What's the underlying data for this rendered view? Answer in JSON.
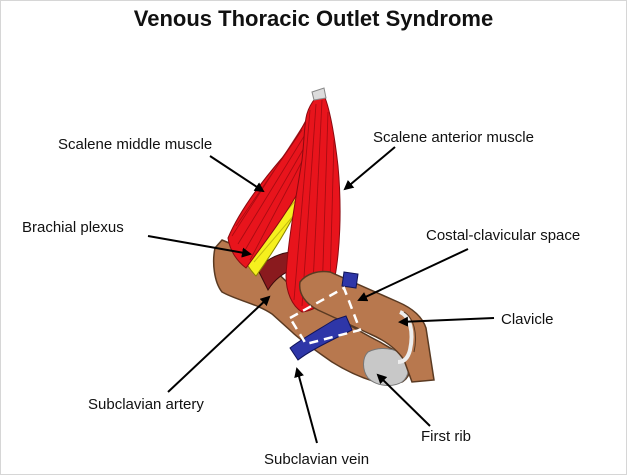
{
  "title": "Venous Thoracic Outlet Syndrome",
  "labels": {
    "scalene_middle": "Scalene middle muscle",
    "scalene_anterior": "Scalene anterior muscle",
    "brachial_plexus": "Brachial plexus",
    "costal_clavicular": "Costal-clavicular space",
    "clavicle": "Clavicle",
    "subclavian_artery": "Subclavian artery",
    "first_rib": "First rib",
    "subclavian_vein": "Subclavian vein"
  },
  "colors": {
    "muscle": "#e8141c",
    "muscle_dark": "#9a0a10",
    "nerve": "#f6f01e",
    "artery": "#8a1a1e",
    "bone": "#b8784e",
    "vein": "#2e36a8",
    "rib_cap": "#c8c8c8"
  }
}
